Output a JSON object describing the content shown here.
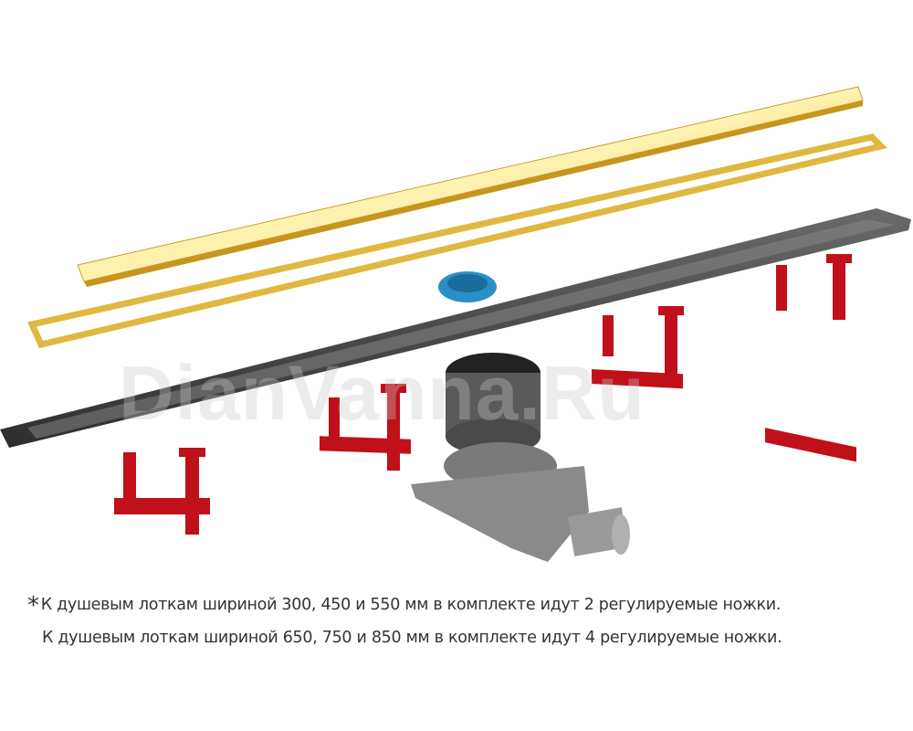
{
  "watermark": "DianVanna.Ru",
  "notes": {
    "asterisk": "*",
    "line1": "К душевым лоткам шириной 300, 450 и 550 мм в комплекте идут 2 регулируемые ножки.",
    "line2": "К душевым лоткам шириной 650, 750 и 850 мм в комплекте идут 4 регулируемые ножки."
  },
  "colors": {
    "grate_gold": "#e8c44a",
    "channel_gray": "#4a4a4a",
    "legs_red": "#c0101a",
    "filter_blue": "#2a8fc8",
    "siphon_gray": "#6e6e6e"
  }
}
